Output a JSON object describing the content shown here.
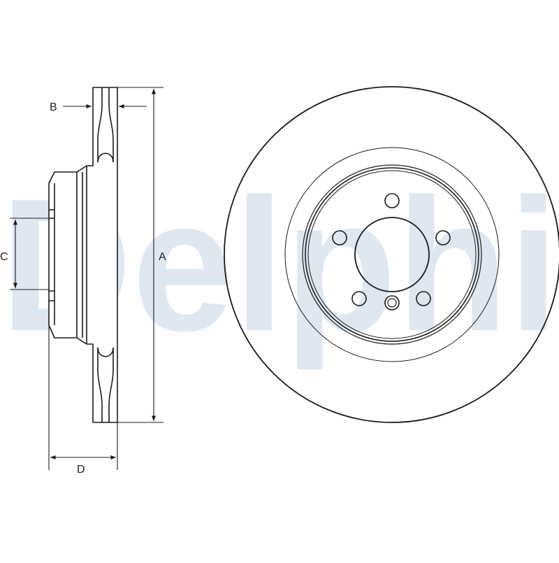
{
  "watermark": {
    "text": "Delphi",
    "color": "#dfe8f1"
  },
  "dimensions": {
    "a": "A",
    "b": "B",
    "c": "C",
    "d": "D"
  },
  "colors": {
    "line": "#1a1a1a",
    "fill": "#ffffff"
  }
}
